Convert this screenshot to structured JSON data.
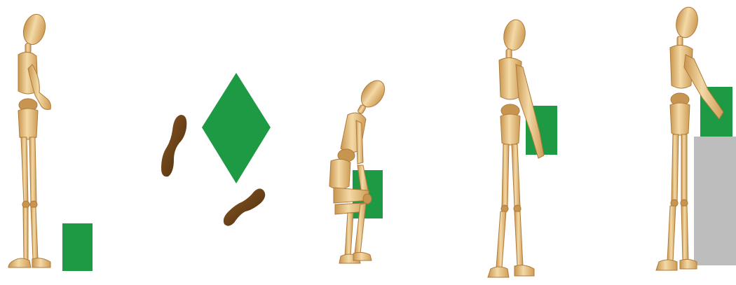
{
  "colors": {
    "background": "#ffffff",
    "box_green": "#1f9a44",
    "wood_light": "#efcf96",
    "wood_mid": "#dcb06a",
    "wood_dark": "#b07a3a",
    "joint": "#c79550",
    "footprint": "#7a4b1c",
    "footprint_dark": "#5a3512",
    "platform_gray": "#bdbdbd"
  },
  "steps": [
    {
      "pose": "standing-near-box",
      "object": "green-box-on-floor"
    },
    {
      "pose": "foot-placement-top-view",
      "object": "green-box-top-view"
    },
    {
      "pose": "squatting-holding-box",
      "object": "green-box-held-low"
    },
    {
      "pose": "standing-holding-box",
      "object": "green-box-held-waist"
    },
    {
      "pose": "placing-box-on-platform",
      "object": "green-box-on-gray-platform"
    }
  ],
  "icons": [
    "wooden-mannequin-icon",
    "footprint-icon",
    "box-icon",
    "platform-icon"
  ]
}
